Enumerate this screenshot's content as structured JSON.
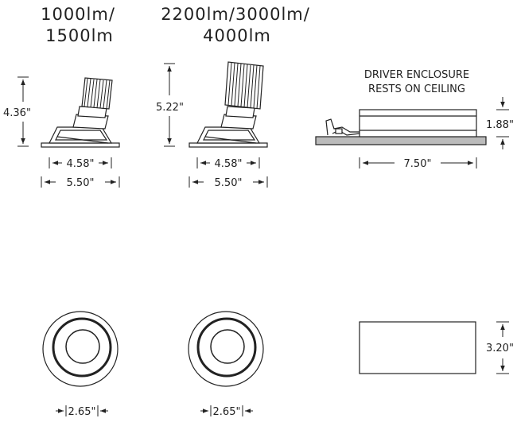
{
  "headings": {
    "small_line1": "1000lm/",
    "small_line2": "1500lm",
    "large_line1": "2200lm/3000lm/",
    "large_line2": "4000lm"
  },
  "dimensions": {
    "small_height": "4.36\"",
    "large_height": "5.22\"",
    "aperture_inner": "4.58\"",
    "aperture_outer": "5.50\"",
    "driver_height": "1.88\"",
    "driver_length": "7.50\"",
    "driver_width": "3.20\"",
    "trim_small": "2.65\"",
    "trim_large": "2.65\""
  },
  "driver_note": {
    "line1": "DRIVER ENCLOSURE",
    "line2": "RESTS ON CEILING"
  },
  "colors": {
    "line": "#222222",
    "ceiling": "#bbbbbb"
  }
}
